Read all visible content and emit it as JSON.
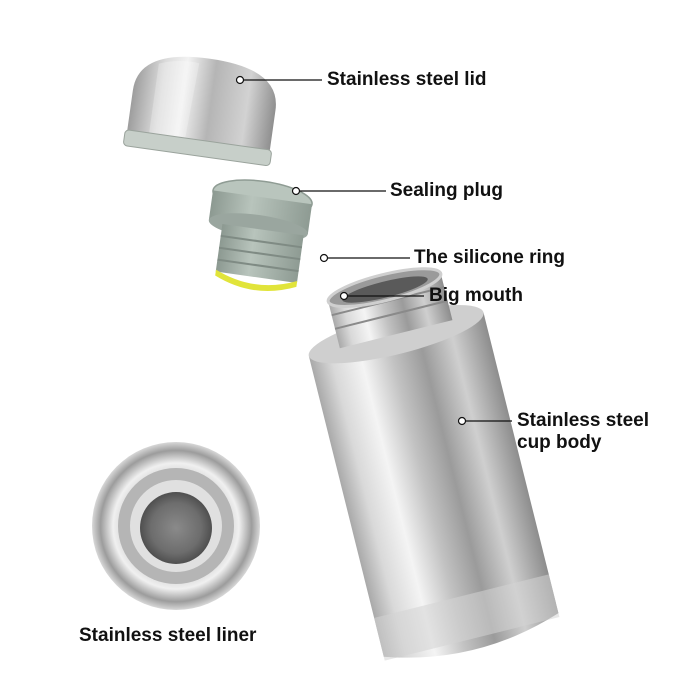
{
  "labels": {
    "lid": "Stainless steel lid",
    "plug": "Sealing plug",
    "ring": "The silicone ring",
    "mouth": "Big mouth",
    "body_line1": "Stainless steel",
    "body_line2": "cup body",
    "liner": "Stainless steel liner"
  },
  "colors": {
    "steel_light": "#eeeeee",
    "steel_mid": "#b9b9b9",
    "steel_dark": "#8a8a8a",
    "plug_gray": "#a3b0a8",
    "ring_yellow": "#e1e43a",
    "callout_line": "#111111"
  },
  "icons": {
    "callout_dot": "hollow-circle"
  }
}
